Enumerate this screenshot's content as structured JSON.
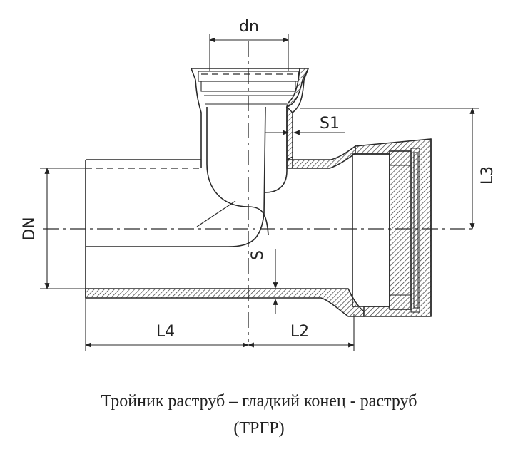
{
  "drawing": {
    "dims": {
      "dn": "dn",
      "DN": "DN",
      "S1": "S1",
      "S": "S",
      "L2": "L2",
      "L3": "L3",
      "L4": "L4"
    }
  },
  "caption": {
    "line1": "Тройник раструб – гладкий конец - раструб",
    "line2": "(ТРГР)"
  }
}
